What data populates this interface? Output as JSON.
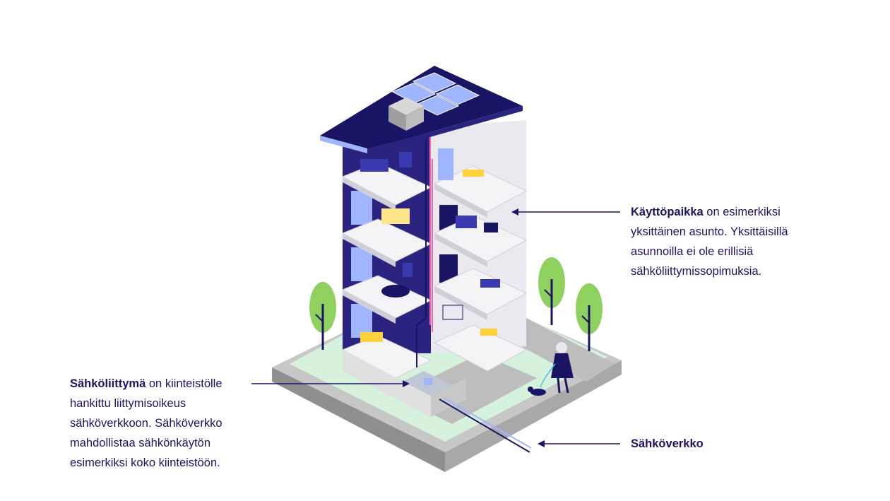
{
  "colors": {
    "navy": "#1a1464",
    "pink": "#ff5fa8",
    "green": "#8fd15e",
    "lawn": "#d6f2dd",
    "road": "#bdbdbd",
    "wall": "#e9e9ef",
    "floor": "#f4f4f7"
  },
  "callouts": {
    "kayttopaikka": {
      "term": "Käyttöpaikka",
      "text": " on esimerkiksi yksittäinen asunto. Yksittäisillä asunnoilla ei ole erillisiä sähköliittymissopimuksia."
    },
    "sahkoliittyma": {
      "term": "Sähköliittymä",
      "text": " on kiinteistölle hankittu liittymisoikeus sähköverkkoon. Sähköverkko mahdollistaa sähkönkäytön esimerkiksi koko kiinteistöön."
    },
    "sahkoverkko": {
      "term": "Sähköverkko"
    }
  },
  "icons": [
    "solar-panel-icon",
    "tree-icon",
    "person-icon",
    "dog-icon",
    "apartment-icon"
  ]
}
